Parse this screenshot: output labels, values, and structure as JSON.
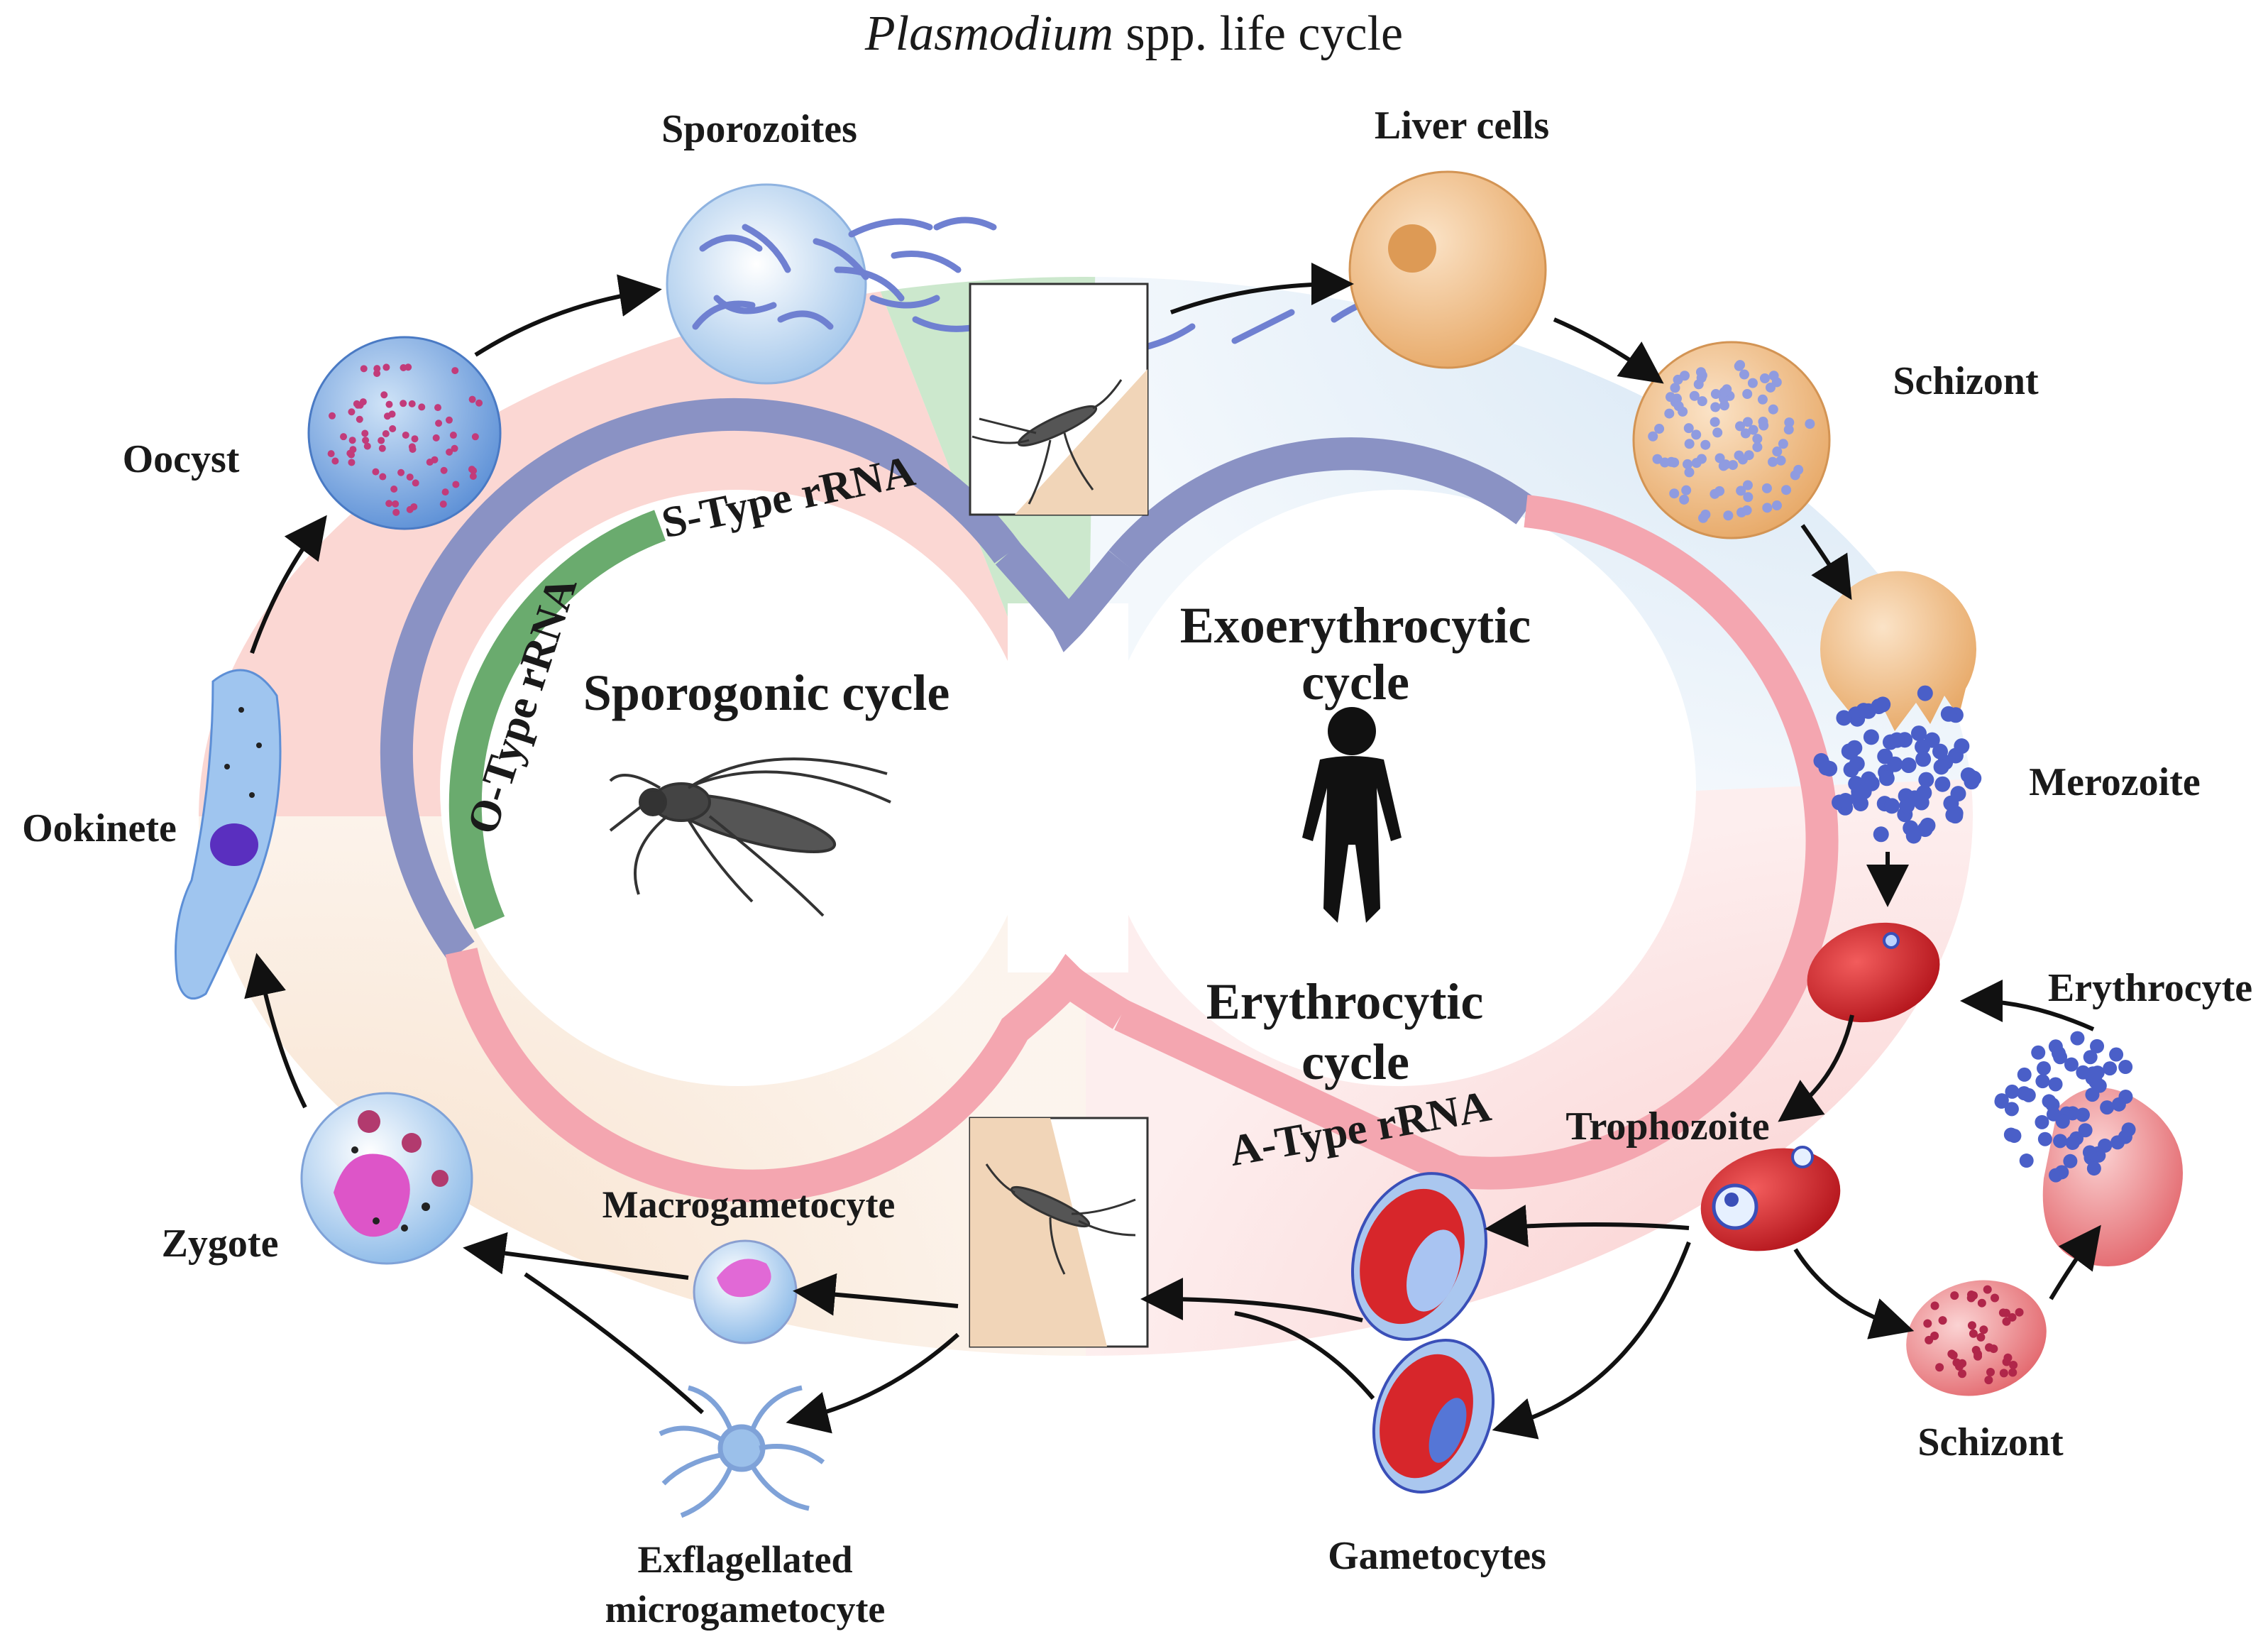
{
  "title": {
    "italic": "Plasmodium",
    "rest": " spp. life cycle"
  },
  "cycles": {
    "sporogonic": "Sporogonic cycle",
    "exo_line1": "Exoerythrocytic",
    "exo_line2": "cycle",
    "ery_line1": "Erythrocytic",
    "ery_line2": "cycle"
  },
  "rrna": {
    "s_type": "S-Type rRNA",
    "o_type": "O-Type rRNA",
    "a_type": "A-Type rRNA"
  },
  "stages": {
    "sporozoites": "Sporozoites",
    "liver_cells": "Liver cells",
    "schizont_liver": "Schizont",
    "merozoite": "Merozoite",
    "erythrocyte": "Erythrocyte",
    "trophozoite": "Trophozoite",
    "schizont_blood": "Schizont",
    "gametocytes": "Gametocytes",
    "macrogametocyte": "Macrogametocyte",
    "exflag_line1": "Exflagellated",
    "exflag_line2": "microgametocyte",
    "zygote": "Zygote",
    "ookinete": "Ookinete",
    "oocyst": "Oocyst"
  },
  "colors": {
    "s_type_band": "#8a92c4",
    "o_type_band": "#6aab6e",
    "a_type_band": "#f4a6b0",
    "mosquito_sector": "#f6dcc4",
    "human_sector": "#cfe2f3",
    "blood_sector": "#f9c6c6",
    "rbc": "#d7262b",
    "merozoite": "#4a5fc8"
  }
}
